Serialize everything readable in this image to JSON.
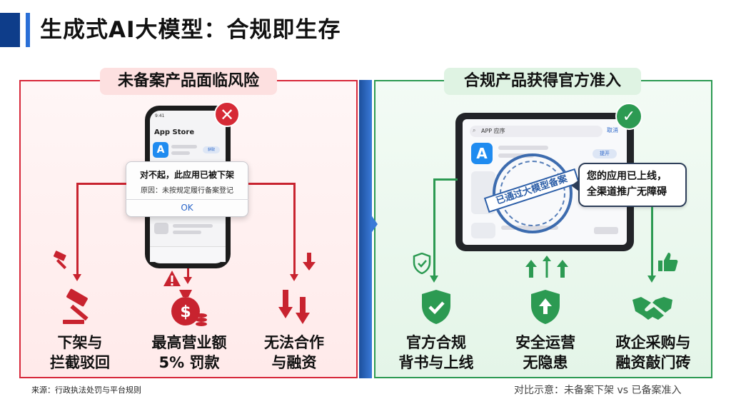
{
  "header": {
    "title": "生成式AI大模型：合规即生存"
  },
  "left": {
    "pill": "未备案产品面临风险",
    "phone": {
      "time": "9:41",
      "store": "App Store",
      "get_button": "获取"
    },
    "dialog": {
      "title": "对不起，此应用已被下架",
      "message": "原因：未按规定履行备案登记",
      "ok": "OK"
    },
    "items": [
      {
        "line1": "下架与",
        "line2": "拦截驳回",
        "icon": "gavel-icon"
      },
      {
        "line1": "最高营业额",
        "line2": "5% 罚款",
        "icon": "money-bag-icon"
      },
      {
        "line1": "无法合作",
        "line2": "与融资",
        "icon": "down-arrows-icon"
      }
    ]
  },
  "right": {
    "pill": "合规产品获得官方准入",
    "tablet": {
      "search": "APP 应序",
      "cancel": "取消",
      "open_button": "提开",
      "stamp": "已通过大模型备案"
    },
    "bubble": {
      "line1": "您的应用已上线，",
      "line2": "全渠道推广无障碍"
    },
    "items": [
      {
        "line1": "官方合规",
        "line2": "背书与上线",
        "icon": "shield-check-icon"
      },
      {
        "line1": "安全运营",
        "line2": "无隐患",
        "icon": "shield-up-icon"
      },
      {
        "line1": "政企采购与",
        "line2": "融资敲门砖",
        "icon": "handshake-icon"
      }
    ]
  },
  "footer": {
    "source": "来源：行政执法处罚与平台规则",
    "note": "对比示意：未备案下架 vs 已备案准入"
  },
  "colors": {
    "red": "#c8232f",
    "green": "#2c9a52",
    "blue": "#0e3d8a"
  }
}
